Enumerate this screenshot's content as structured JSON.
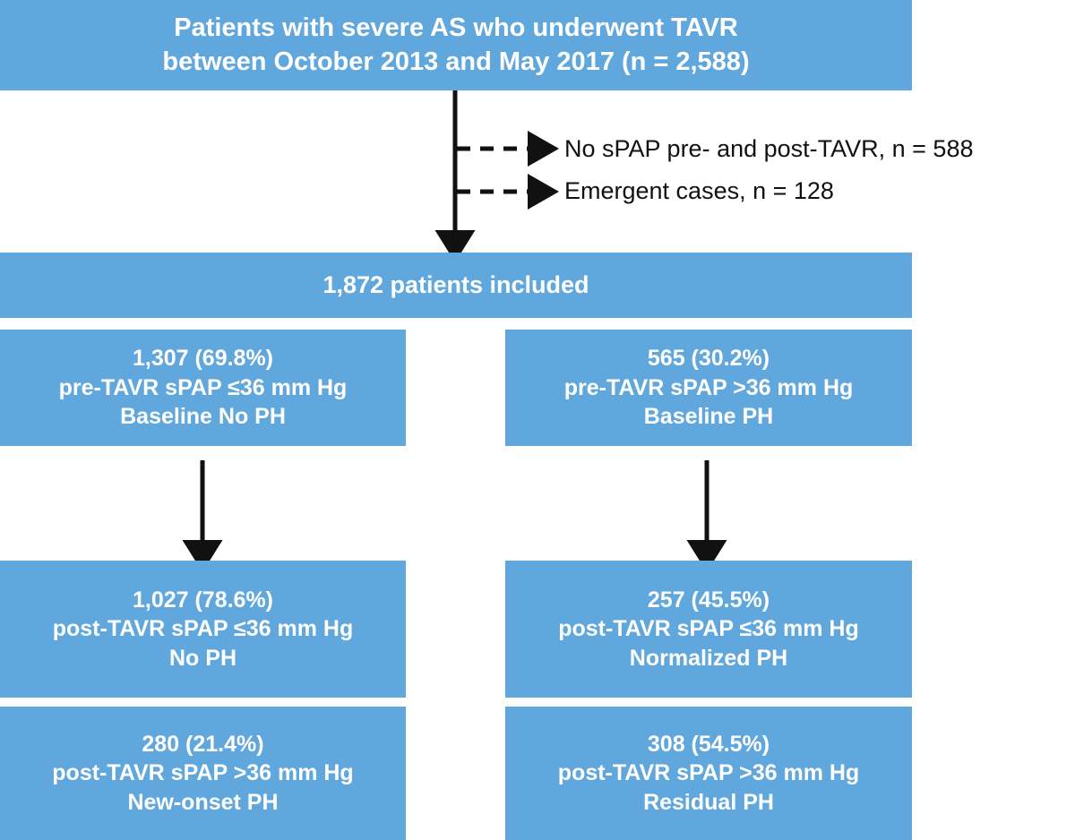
{
  "figure": {
    "type": "flowchart",
    "accent_color": "#60a7dd",
    "text_on_accent": "#ffffff",
    "connector_color": "#111111"
  },
  "nodes": {
    "top": {
      "lines": [
        "Patients with severe AS who underwent TAVR",
        "between October 2013 and May 2017 (n = 2,588)"
      ]
    },
    "included": {
      "lines": [
        "1,872 patients included"
      ]
    },
    "baseline_no_ph": {
      "lines": [
        "1,307 (69.8%)",
        "pre-TAVR sPAP ≤36 mm Hg",
        "Baseline No PH"
      ]
    },
    "baseline_ph": {
      "lines": [
        "565 (30.2%)",
        "pre-TAVR sPAP >36 mm Hg",
        "Baseline PH"
      ]
    },
    "post_no_ph": {
      "lines": [
        "1,027 (78.6%)",
        "post-TAVR sPAP ≤36 mm Hg",
        "No PH"
      ]
    },
    "post_normalized_ph": {
      "lines": [
        "257 (45.5%)",
        "post-TAVR sPAP ≤36 mm Hg",
        "Normalized PH"
      ]
    },
    "post_new_onset_ph": {
      "lines": [
        "280 (21.4%)",
        "post-TAVR sPAP >36 mm Hg",
        "New-onset PH"
      ]
    },
    "post_residual_ph": {
      "lines": [
        "308 (54.5%)",
        "post-TAVR sPAP >36 mm Hg",
        "Residual PH"
      ]
    }
  },
  "exclusions": [
    {
      "label": "No sPAP pre- and post-TAVR, n =  588"
    },
    {
      "label": "Emergent cases, n =  128"
    }
  ],
  "chart_data": {
    "type": "flowchart",
    "title": "TAVR cohort flow and pulmonary hypertension classification",
    "total_screened": 2588,
    "excluded": [
      {
        "reason": "No sPAP pre- and post-TAVR",
        "n": 588
      },
      {
        "reason": "Emergent cases",
        "n": 128
      }
    ],
    "included": 1872,
    "groups": [
      {
        "name": "Baseline No PH",
        "n": 1307,
        "percent": 69.8,
        "criterion": "pre-TAVR sPAP ≤36 mm Hg",
        "children": [
          {
            "name": "No PH",
            "n": 1027,
            "percent": 78.6,
            "criterion": "post-TAVR sPAP ≤36 mm Hg"
          },
          {
            "name": "New-onset PH",
            "n": 280,
            "percent": 21.4,
            "criterion": "post-TAVR sPAP >36 mm Hg"
          }
        ]
      },
      {
        "name": "Baseline PH",
        "n": 565,
        "percent": 30.2,
        "criterion": "pre-TAVR sPAP >36 mm Hg",
        "children": [
          {
            "name": "Normalized PH",
            "n": 257,
            "percent": 45.5,
            "criterion": "post-TAVR sPAP ≤36 mm Hg"
          },
          {
            "name": "Residual PH",
            "n": 308,
            "percent": 54.5,
            "criterion": "post-TAVR sPAP >36 mm Hg"
          }
        ]
      }
    ]
  }
}
